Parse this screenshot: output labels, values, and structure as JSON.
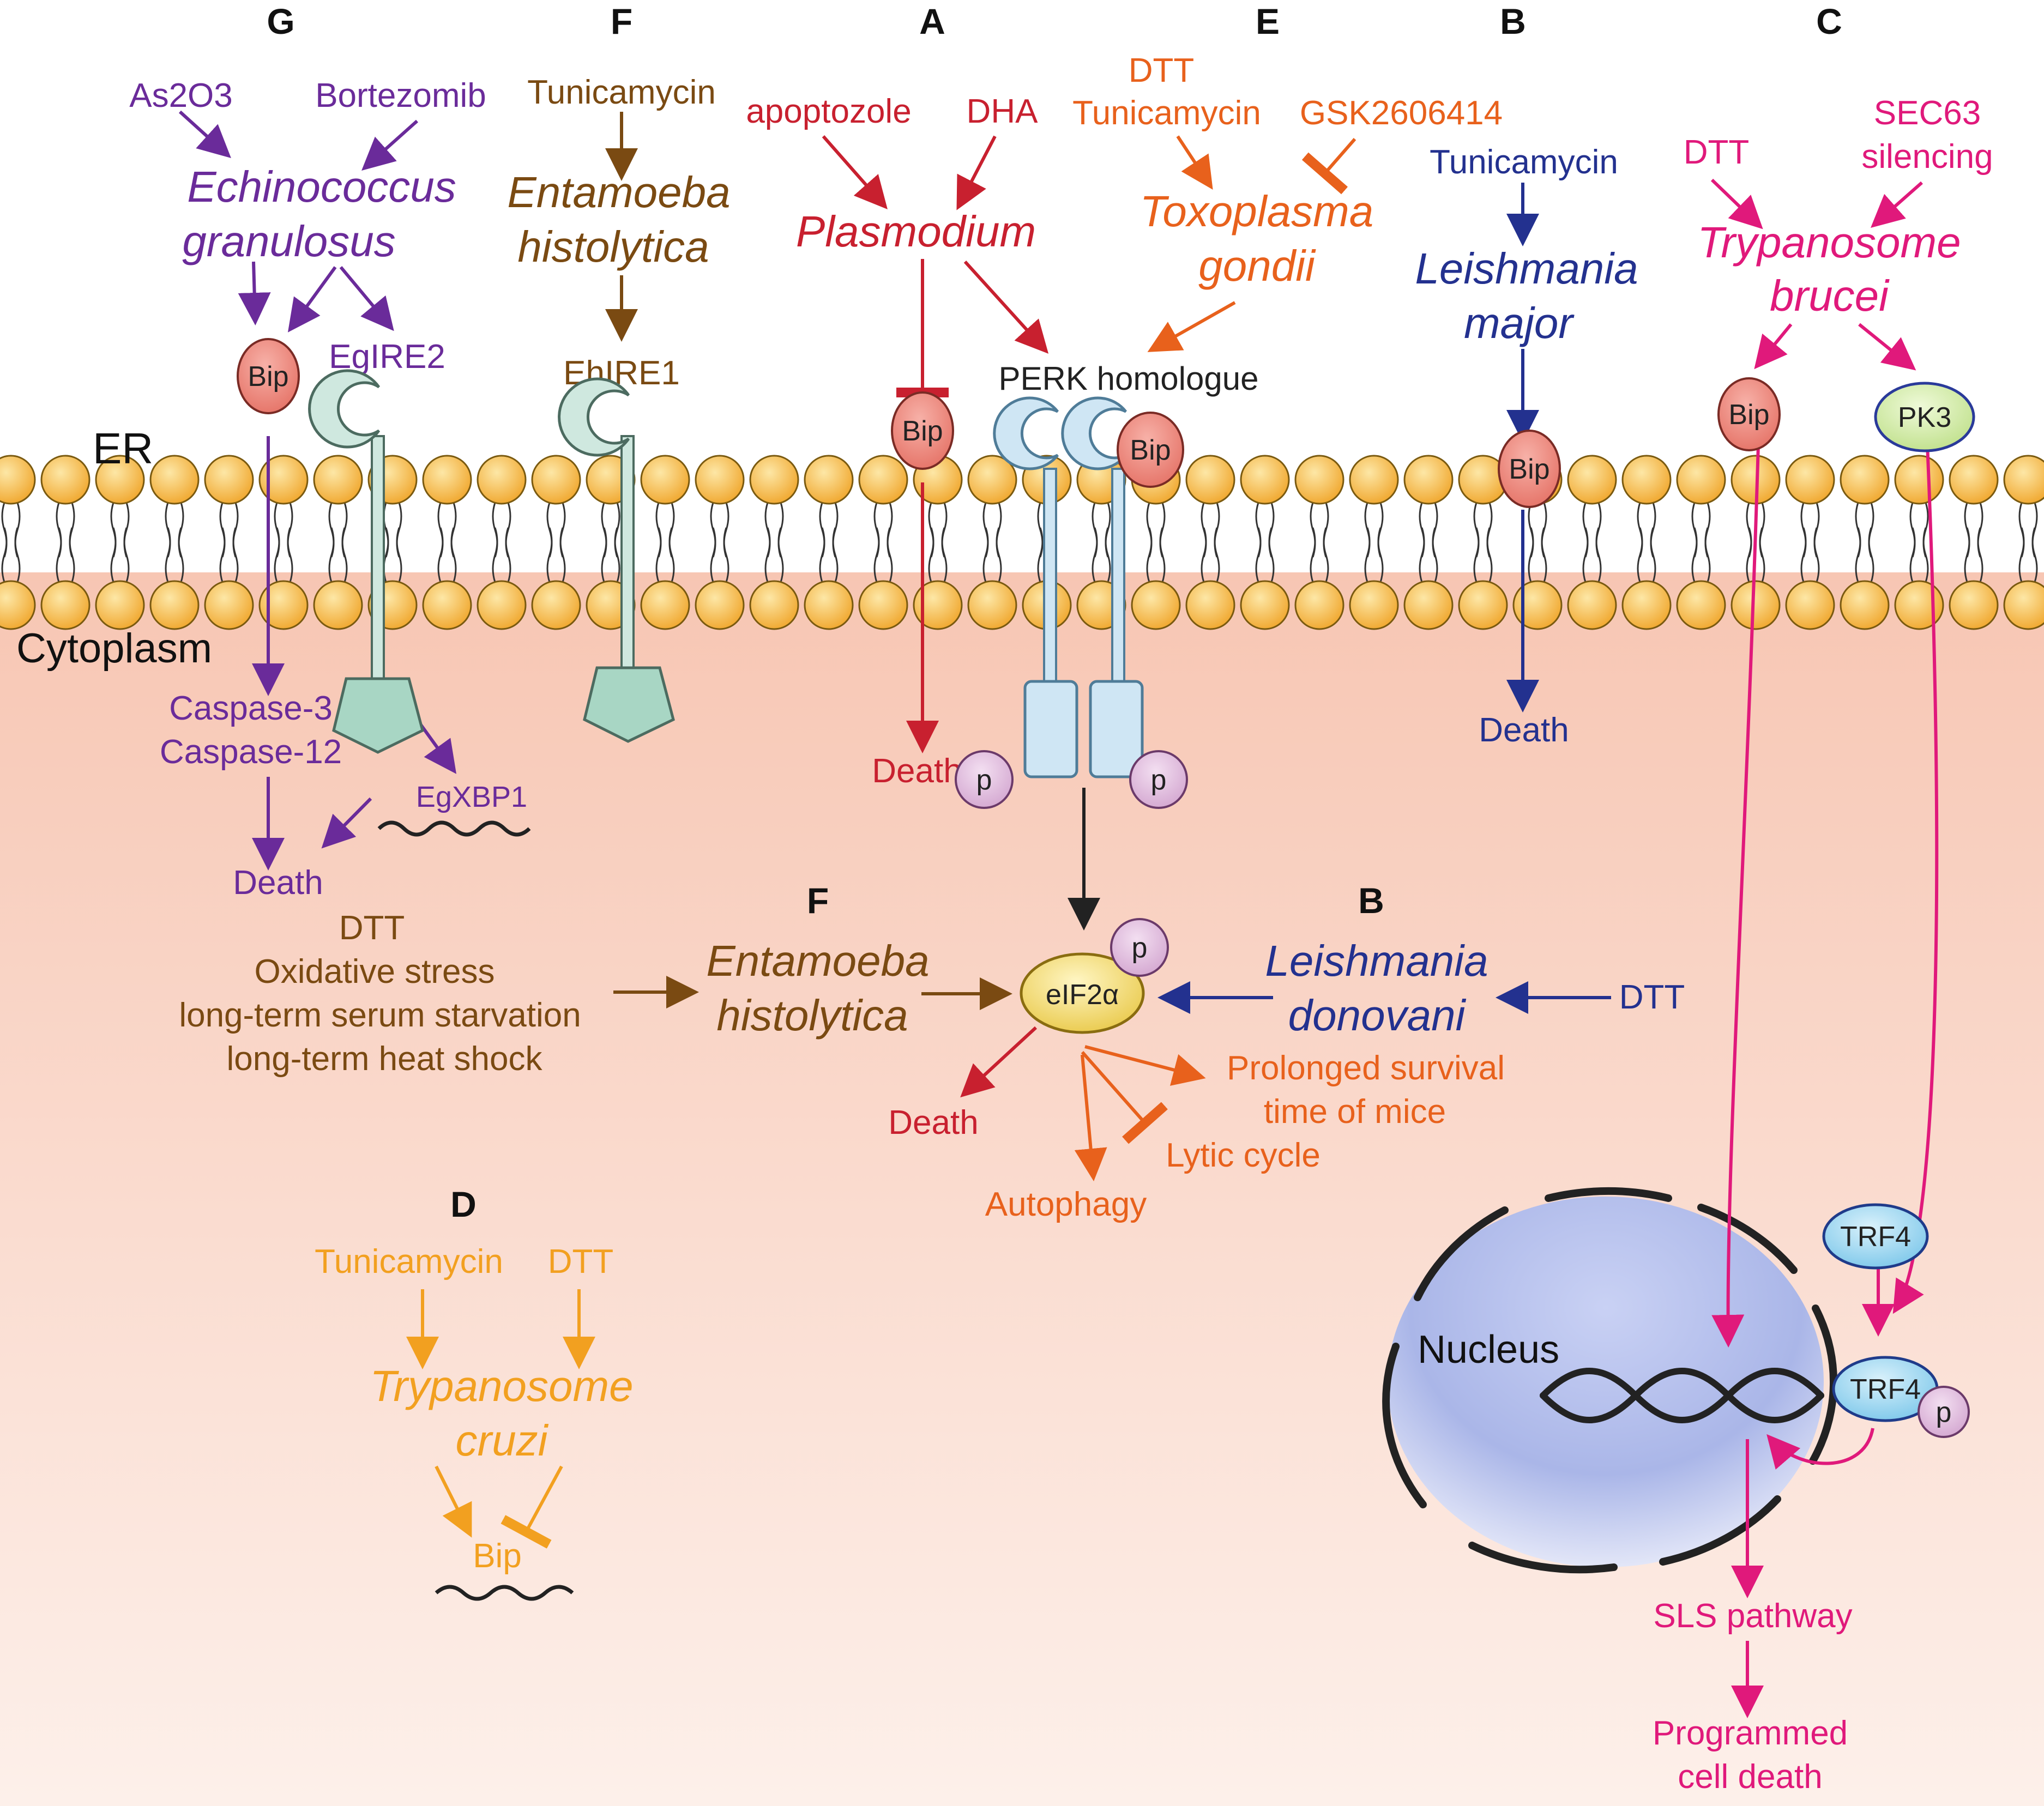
{
  "colors": {
    "purple": "#6a2b9a",
    "brown": "#7a4a12",
    "red": "#c8202f",
    "orange": "#e8611c",
    "navy": "#23318f",
    "magenta": "#e0197b",
    "amber": "#f2a020",
    "black": "#222222",
    "lipid_head": "#f4b63f",
    "cytoplasm_top": "#f7c6b3",
    "cytoplasm_bottom": "#fdf0ea",
    "nucleus": "#aab6e8",
    "bip_fill": "#ef8a7e",
    "ire_fill": "#cfe8df",
    "perk_fill": "#cfe6f4",
    "p_fill": "#e3c2e0",
    "pk3_fill": "#d7efb0",
    "trf4_fill": "#a8dcf2",
    "eif_fill": "#f6e27a"
  },
  "compartments": {
    "er": "ER",
    "cytoplasm": "Cytoplasm",
    "nucleus": "Nucleus"
  },
  "panel_letters": {
    "g": "G",
    "f_top": "F",
    "a": "A",
    "e": "E",
    "b_top": "B",
    "c": "C",
    "f_mid": "F",
    "b_mid": "B",
    "d": "D"
  },
  "panel_g": {
    "inducer_1": "As2O3",
    "inducer_2": "Bortezomib",
    "species_line1": "Echinococcus",
    "species_line2": "granulosus",
    "bip": "Bip",
    "sensor": "EgIRE2",
    "caspase_1": "Caspase-3",
    "caspase_2": "Caspase-12",
    "xbp1": "EgXBP1",
    "outcome": "Death"
  },
  "panel_f_top": {
    "inducer": "Tunicamycin",
    "species_line1": "Entamoeba",
    "species_line2": "histolytica",
    "sensor": "EhIRE1"
  },
  "panel_a": {
    "inducer_1": "apoptozole",
    "inducer_2": "DHA",
    "species": "Plasmodium",
    "bip": "Bip",
    "outcome": "Death"
  },
  "perk": {
    "label": "PERK homologue",
    "bip": "Bip",
    "p_left": "p",
    "p_right": "p"
  },
  "panel_e": {
    "inducer_1": "DTT",
    "inducer_2": "Tunicamycin",
    "inhibitor": "GSK2606414",
    "species_line1": "Toxoplasma",
    "species_line2": "gondii"
  },
  "panel_b_top": {
    "inducer": "Tunicamycin",
    "species_line1": "Leishmania",
    "species_line2": "major",
    "bip": "Bip",
    "outcome": "Death"
  },
  "panel_c": {
    "inducer_1": "DTT",
    "inducer_2_line1": "SEC63",
    "inducer_2_line2": "silencing",
    "species_line1": "Trypanosome",
    "species_line2": "brucei",
    "bip": "Bip",
    "pk3": "PK3",
    "trf4_top": "TRF4",
    "trf4_bottom": "TRF4",
    "p": "p",
    "sls": "SLS pathway",
    "pcd_line1": "Programmed",
    "pcd_line2": "cell death"
  },
  "panel_f_mid": {
    "stress_1": "DTT",
    "stress_2": "Oxidative stress",
    "stress_3": "long-term serum starvation",
    "stress_4": "long-term heat shock",
    "species_line1": "Entamoeba",
    "species_line2": "histolytica"
  },
  "eif2a": {
    "label": "eIF2α",
    "p": "p",
    "death": "Death",
    "survival_line1": "Prolonged survival",
    "survival_line2": "time of mice",
    "lytic": "Lytic cycle",
    "autophagy": "Autophagy"
  },
  "panel_b_mid": {
    "inducer": "DTT",
    "species_line1": "Leishmania",
    "species_line2": "donovani"
  },
  "panel_d": {
    "inducer_1": "Tunicamycin",
    "inducer_2": "DTT",
    "species_line1": "Trypanosome",
    "species_line2": "cruzi",
    "bip": "Bip"
  }
}
